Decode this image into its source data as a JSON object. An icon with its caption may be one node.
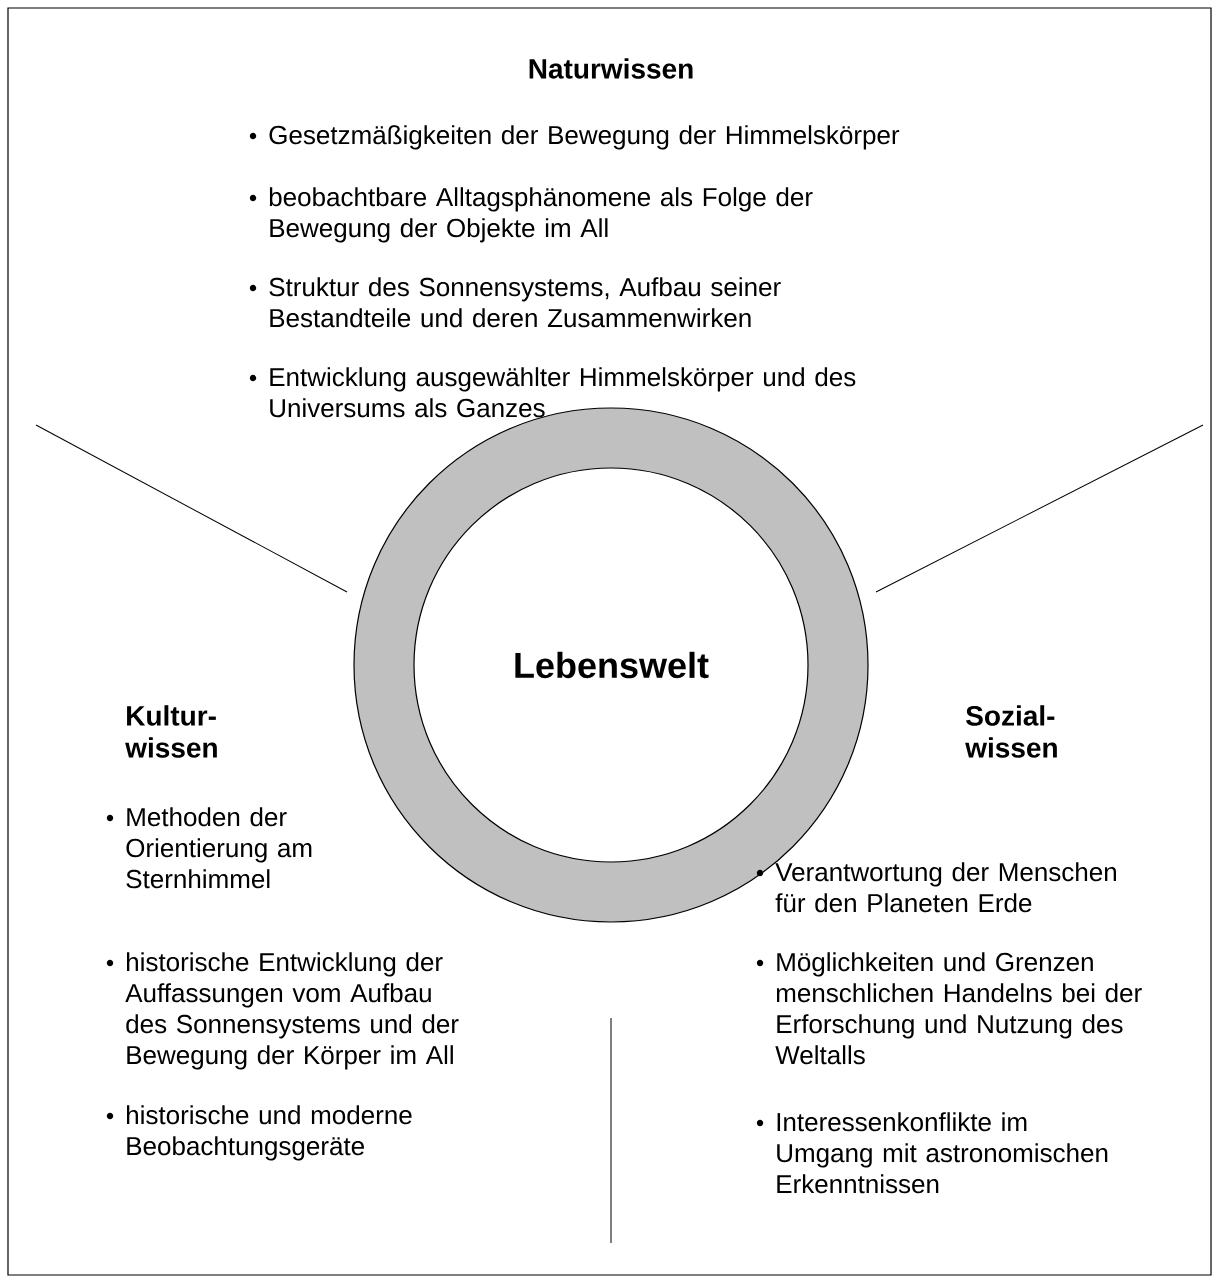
{
  "diagram": {
    "nodes": [
      {
        "text": [
          "Lebenswelt"
        ]
      }
    ],
    "labels": [
      "Naturwissen",
      "Gesetzmäßigkeiten der Bewegung der Himmelskörper",
      "beobachtbare Alltagsphänomene als Folge der Bewegung der Objekte im All",
      "Struktur des Sonnensystems, Aufbau seiner Bestandteile und deren Zusammenwirken",
      "Entwicklung ausgewählter Himmelskörper und des Universums als Ganzes",
      "Kultur- wissen",
      "Sozial- wissen",
      "Methoden der Orientierung am Sternhimmel",
      "historische Entwicklung der Auffassungen vom Aufbau des Sonnensystems und der Bewegung der Körper im All",
      "historische und moderne Beobachtungsgeräte",
      "Verantwortung der Menschen für den Planeten Erde",
      "Möglichkeiten und Grenzen menschlichen Handelns bei der Erforschung und Nutzung des Weltalls",
      "Interessenkonflikte im Umgang mit astronomischen Erkenntnissen"
    ]
  }
}
